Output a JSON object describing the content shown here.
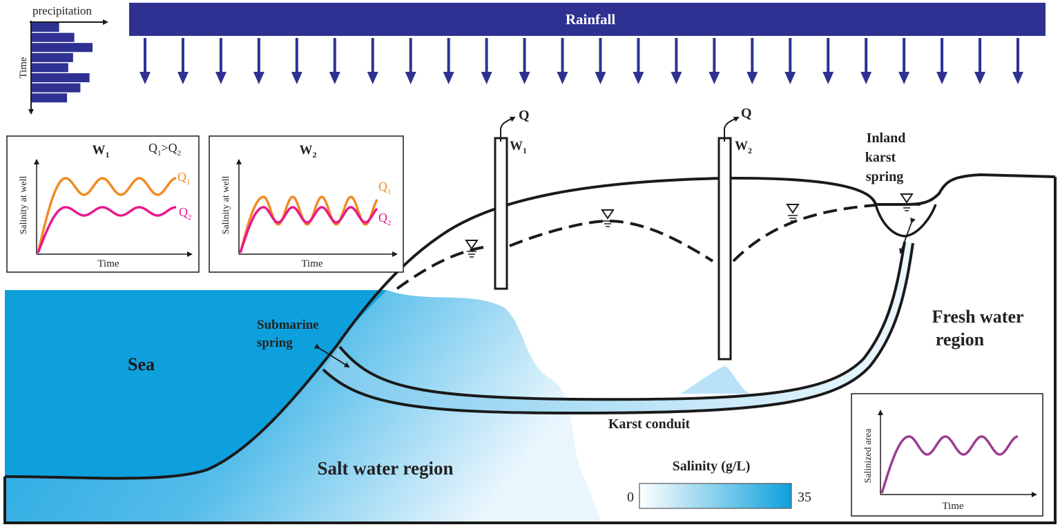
{
  "rainfall": {
    "label": "Rainfall",
    "arrow_count": 24
  },
  "hyetograph": {
    "xlabel": "precipitation",
    "ylabel": "Time",
    "bars": [
      0.45,
      0.7,
      1.0,
      0.68,
      0.6,
      0.95,
      0.8,
      0.58
    ]
  },
  "panels": {
    "w1": {
      "title": "W",
      "title_sub": "1",
      "relation": {
        "q1": "Q",
        "s1": "1",
        "gt": ">",
        "q2": "Q",
        "s2": "2"
      },
      "ylabel": "Salinity at well",
      "xlabel": "Time",
      "series": [
        {
          "name": "Q",
          "sub": "1",
          "color": "#f08a24",
          "amplitude": 0.9,
          "level": 0.62
        },
        {
          "name": "Q",
          "sub": "2",
          "color": "#e6198c",
          "amplitude": 0.45,
          "level": 0.38
        }
      ]
    },
    "w2": {
      "title": "W",
      "title_sub": "2",
      "ylabel": "Salinity at well",
      "xlabel": "Time",
      "series": [
        {
          "name": "Q",
          "sub": "1",
          "color": "#f08a24"
        },
        {
          "name": "Q",
          "sub": "2",
          "color": "#e6198c"
        }
      ]
    },
    "salinized": {
      "ylabel": "Salinized area",
      "xlabel": "Time",
      "color": "#9b3d8f"
    }
  },
  "wells": {
    "w1": {
      "label": "W",
      "sub": "1",
      "q_label": "Q"
    },
    "w2": {
      "label": "W",
      "sub": "2",
      "q_label": "Q"
    }
  },
  "labels": {
    "inland_spring": [
      "Inland",
      "karst",
      "spring"
    ],
    "submarine_spring": [
      "Submarine",
      "spring"
    ],
    "sea": "Sea",
    "fresh_water": [
      "Fresh water",
      "region"
    ],
    "salt_water": "Salt water region",
    "karst_conduit": "Karst conduit"
  },
  "legend": {
    "title": "Salinity (g/L)",
    "min": "0",
    "max": "35"
  },
  "colors": {
    "rain": "#2e3192",
    "sea": "#0ea0dc",
    "salt_gradient_light": "#e9f6fd",
    "outline": "#1a1a1a"
  }
}
